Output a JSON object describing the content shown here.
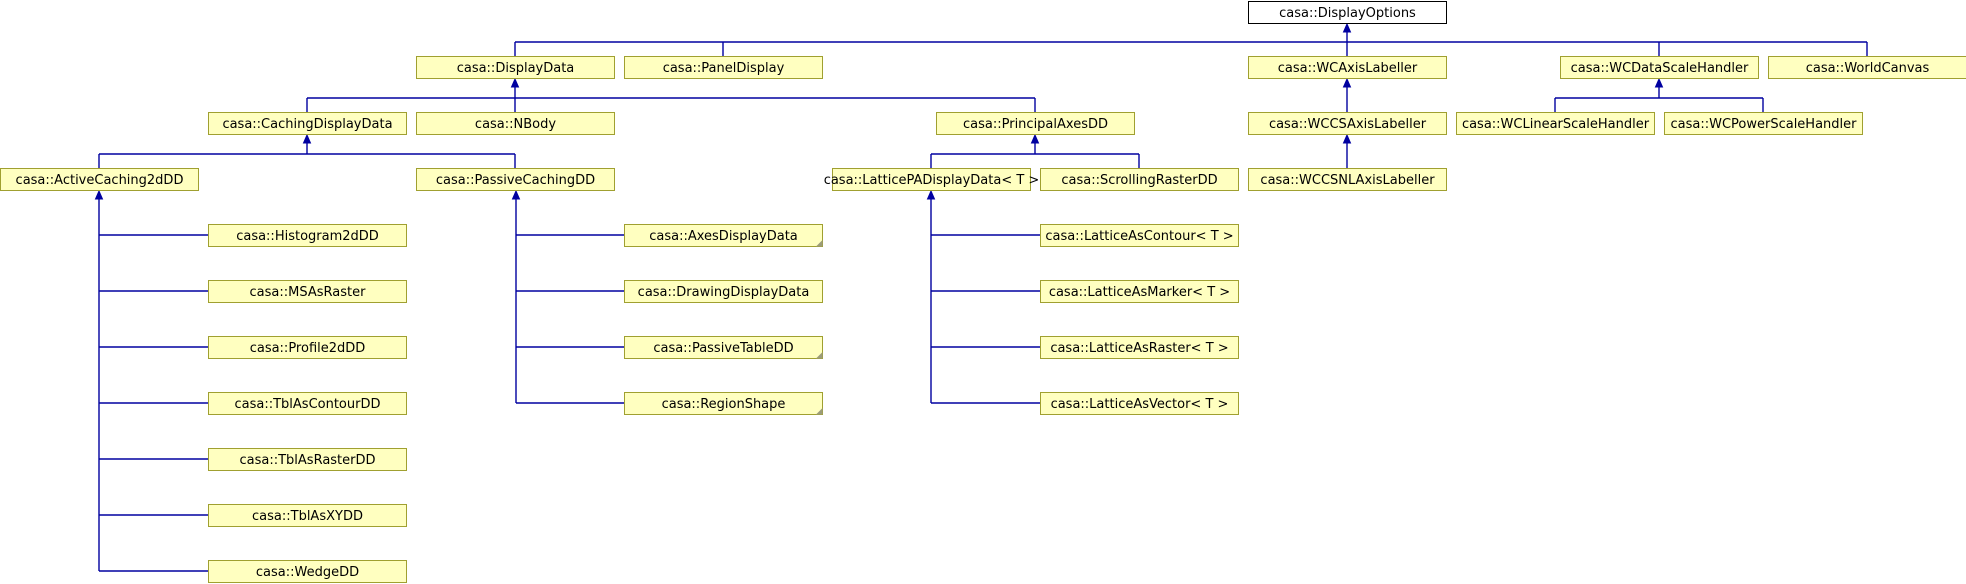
{
  "colors": {
    "root_fill": "#ffffff",
    "node_fill": "#ffffc0",
    "node_border": "#a0a030",
    "root_border": "#000000",
    "edge": "#0000a0"
  },
  "nodes": [
    {
      "id": "DisplayOptions",
      "label": "casa::DisplayOptions",
      "root": true
    },
    {
      "id": "DisplayData",
      "label": "casa::DisplayData"
    },
    {
      "id": "PanelDisplay",
      "label": "casa::PanelDisplay"
    },
    {
      "id": "WCAxisLabeller",
      "label": "casa::WCAxisLabeller"
    },
    {
      "id": "WCDataScaleHandler",
      "label": "casa::WCDataScaleHandler"
    },
    {
      "id": "WorldCanvas",
      "label": "casa::WorldCanvas"
    },
    {
      "id": "CachingDisplayData",
      "label": "casa::CachingDisplayData"
    },
    {
      "id": "NBody",
      "label": "casa::NBody"
    },
    {
      "id": "PrincipalAxesDD",
      "label": "casa::PrincipalAxesDD"
    },
    {
      "id": "WCCSAxisLabeller",
      "label": "casa::WCCSAxisLabeller"
    },
    {
      "id": "WCLinearScaleHandler",
      "label": "casa::WCLinearScaleHandler"
    },
    {
      "id": "WCPowerScaleHandler",
      "label": "casa::WCPowerScaleHandler"
    },
    {
      "id": "ActiveCaching2dDD",
      "label": "casa::ActiveCaching2dDD"
    },
    {
      "id": "PassiveCachingDD",
      "label": "casa::PassiveCachingDD"
    },
    {
      "id": "LatticePADisplayData",
      "label": "casa::LatticePADisplayData< T >"
    },
    {
      "id": "ScrollingRasterDD",
      "label": "casa::ScrollingRasterDD"
    },
    {
      "id": "WCCSNLAxisLabeller",
      "label": "casa::WCCSNLAxisLabeller"
    },
    {
      "id": "Histogram2dDD",
      "label": "casa::Histogram2dDD"
    },
    {
      "id": "MSAsRaster",
      "label": "casa::MSAsRaster"
    },
    {
      "id": "Profile2dDD",
      "label": "casa::Profile2dDD"
    },
    {
      "id": "TblAsContourDD",
      "label": "casa::TblAsContourDD"
    },
    {
      "id": "TblAsRasterDD",
      "label": "casa::TblAsRasterDD"
    },
    {
      "id": "TblAsXYDD",
      "label": "casa::TblAsXYDD"
    },
    {
      "id": "WedgeDD",
      "label": "casa::WedgeDD"
    },
    {
      "id": "AxesDisplayData",
      "label": "casa::AxesDisplayData",
      "folded": true
    },
    {
      "id": "DrawingDisplayData",
      "label": "casa::DrawingDisplayData"
    },
    {
      "id": "PassiveTableDD",
      "label": "casa::PassiveTableDD",
      "folded": true
    },
    {
      "id": "RegionShape",
      "label": "casa::RegionShape",
      "folded": true
    },
    {
      "id": "LatticeAsContour",
      "label": "casa::LatticeAsContour< T >"
    },
    {
      "id": "LatticeAsMarker",
      "label": "casa::LatticeAsMarker< T >"
    },
    {
      "id": "LatticeAsRaster",
      "label": "casa::LatticeAsRaster< T >"
    },
    {
      "id": "LatticeAsVector",
      "label": "casa::LatticeAsVector< T >"
    }
  ],
  "edges": [
    {
      "parent": "DisplayOptions",
      "children": [
        "DisplayData",
        "PanelDisplay",
        "WCAxisLabeller",
        "WCDataScaleHandler",
        "WorldCanvas"
      ],
      "style": "top"
    },
    {
      "parent": "DisplayData",
      "children": [
        "CachingDisplayData",
        "NBody",
        "PrincipalAxesDD"
      ],
      "style": "top"
    },
    {
      "parent": "WCAxisLabeller",
      "children": [
        "WCCSAxisLabeller"
      ],
      "style": "top"
    },
    {
      "parent": "WCDataScaleHandler",
      "children": [
        "WCLinearScaleHandler",
        "WCPowerScaleHandler"
      ],
      "style": "top"
    },
    {
      "parent": "CachingDisplayData",
      "children": [
        "ActiveCaching2dDD",
        "PassiveCachingDD"
      ],
      "style": "top"
    },
    {
      "parent": "PrincipalAxesDD",
      "children": [
        "LatticePADisplayData",
        "ScrollingRasterDD"
      ],
      "style": "top"
    },
    {
      "parent": "WCCSAxisLabeller",
      "children": [
        "WCCSNLAxisLabeller"
      ],
      "style": "top"
    },
    {
      "parent": "ActiveCaching2dDD",
      "children": [
        "Histogram2dDD",
        "MSAsRaster",
        "Profile2dDD",
        "TblAsContourDD",
        "TblAsRasterDD",
        "TblAsXYDD",
        "WedgeDD"
      ],
      "style": "side"
    },
    {
      "parent": "PassiveCachingDD",
      "children": [
        "AxesDisplayData",
        "DrawingDisplayData",
        "PassiveTableDD",
        "RegionShape"
      ],
      "style": "side"
    },
    {
      "parent": "LatticePADisplayData",
      "children": [
        "LatticeAsContour",
        "LatticeAsMarker",
        "LatticeAsRaster",
        "LatticeAsVector"
      ],
      "style": "side"
    }
  ]
}
